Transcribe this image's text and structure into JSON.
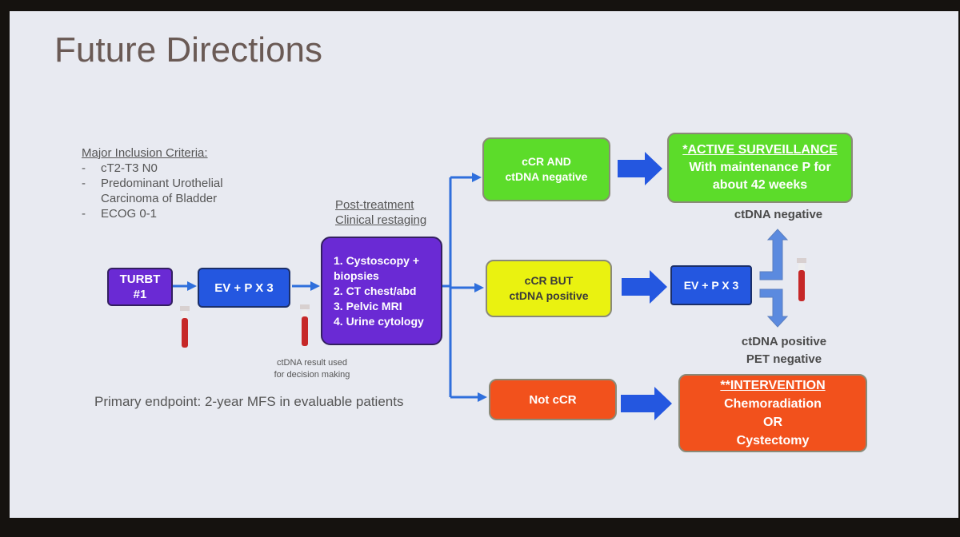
{
  "slide": {
    "title": "Future Directions",
    "criteria": {
      "heading": "Major Inclusion Criteria:",
      "items": [
        [
          "cT2-T3 N0"
        ],
        [
          "Predominant Urothelial",
          "Carcinoma of Bladder"
        ],
        [
          "ECOG 0-1"
        ]
      ]
    },
    "boxes": {
      "turbt": [
        "TURBT",
        "#1"
      ],
      "ev_p": "EV + P X 3",
      "restaging_heading": [
        "Post-treatment",
        "Clinical restaging"
      ],
      "restaging_items": [
        "1. Cystoscopy +",
        "biopsies",
        "2. CT chest/abd",
        "3. Pelvic MRI",
        "4. Urine cytology"
      ],
      "ccr_neg": [
        "cCR AND",
        "ctDNA negative"
      ],
      "ccr_pos": [
        "cCR BUT",
        "ctDNA positive"
      ],
      "not_ccr": "Not cCR",
      "surveillance": [
        "*ACTIVE SURVEILLANCE",
        "With maintenance P for",
        "about 42 weeks"
      ],
      "ev_p_2": "EV + P X 3",
      "intervention": [
        "**INTERVENTION",
        "Chemoradiation",
        "OR",
        "Cystectomy"
      ]
    },
    "labels": {
      "ctdna_negative": "ctDNA negative",
      "ctdna_positive": "ctDNA positive",
      "pet_negative": "PET negative",
      "ctdna_decision": [
        "ctDNA result used",
        "for decision making"
      ],
      "primary_endpoint": "Primary endpoint: 2-year MFS in evaluable patients"
    },
    "colors": {
      "background": "#e8eaf1",
      "purple": "#6a2ad4",
      "blue": "#2457e0",
      "green": "#5cdc2a",
      "yellow": "#eaf210",
      "red": "#f2511c",
      "connector": "#2f6fdc",
      "tube_blood": "#c62828"
    }
  }
}
